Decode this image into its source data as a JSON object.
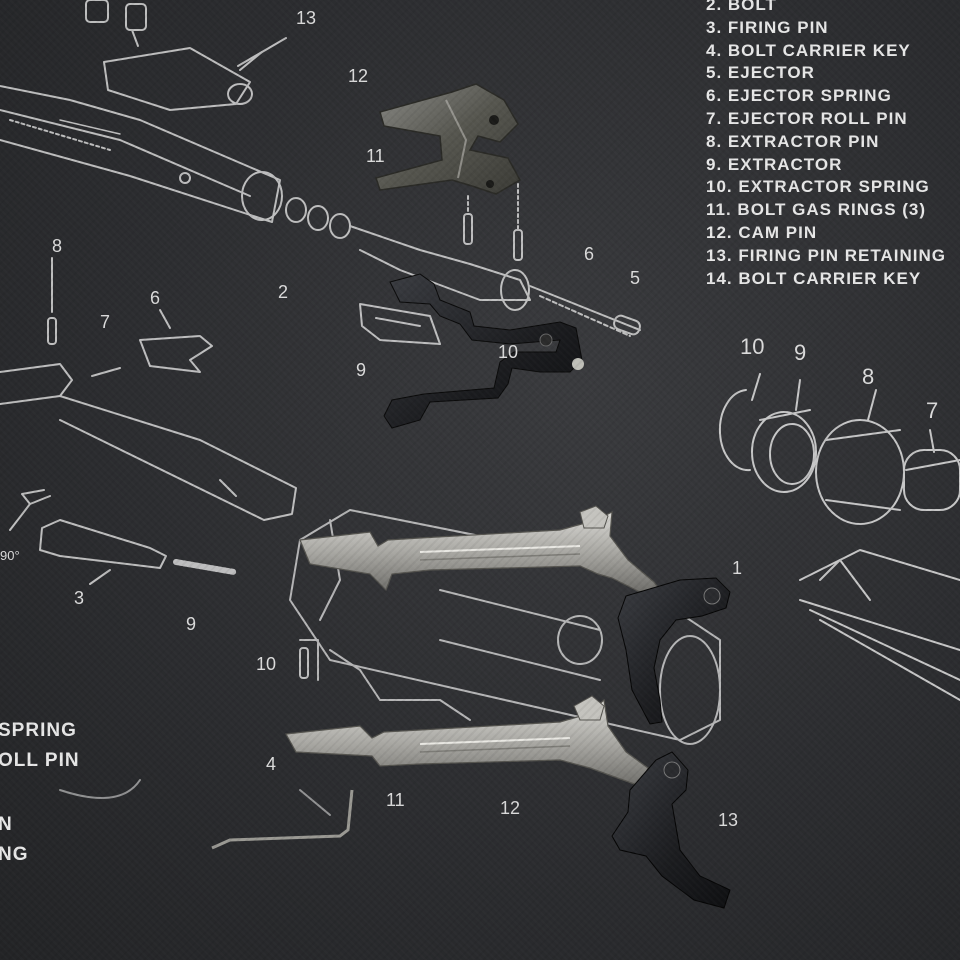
{
  "legend_right": [
    "2. BOLT",
    "3. FIRING PIN",
    "4. BOLT CARRIER KEY",
    "5. EJECTOR",
    "6. EJECTOR SPRING",
    "7. EJECTOR ROLL PIN",
    "8. EXTRACTOR PIN",
    "9. EXTRACTOR",
    "10. EXTRACTOR SPRING",
    "11. BOLT GAS RINGS (3)",
    "12. CAM PIN",
    "13. FIRING PIN RETAINING",
    "14. BOLT CARRIER KEY"
  ],
  "legend_left": [
    "SPRING",
    "OLL PIN",
    "N",
    "NG"
  ],
  "diagram_numbers": {
    "n13_top": "13",
    "n12_top": "12",
    "n11_top": "11",
    "n8_left": "8",
    "n6_left": "6",
    "n7_left": "7",
    "n2_mid": "2",
    "n6_mid": "6",
    "n5_mid": "5",
    "n9_mid": "9",
    "n10_mid": "10",
    "n10_right": "10",
    "n9_right": "9",
    "n8_right": "8",
    "n7_right": "7",
    "n3_left": "3",
    "n9_lower": "9",
    "n1_mid": "1",
    "n10_lower": "10",
    "n4_lower": "4",
    "n11_lower": "11",
    "n12_lower": "12",
    "n13_lower": "13",
    "deg_label": "90°"
  }
}
